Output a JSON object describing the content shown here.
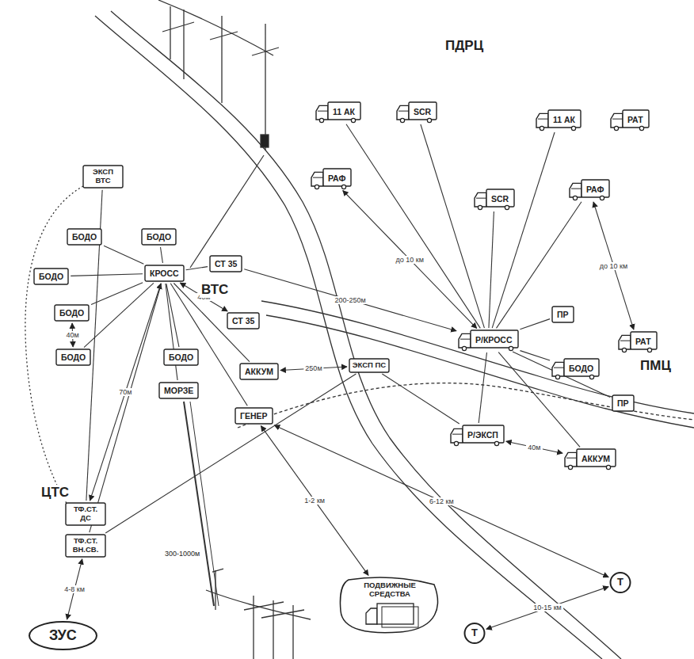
{
  "diagram": {
    "nodes": [
      {
        "text": [
          "11 АК"
        ]
      },
      {
        "text": [
          "SCR"
        ]
      },
      {
        "text": [
          "РАФ"
        ]
      },
      {
        "text": [
          "11 АК"
        ]
      },
      {
        "text": [
          "РАТ"
        ]
      },
      {
        "text": [
          "SCR"
        ]
      },
      {
        "text": [
          "РАФ"
        ]
      },
      {
        "text": [
          "ЭКСП ВТС"
        ]
      },
      {
        "text": [
          "БОДО"
        ]
      },
      {
        "text": [
          "БОДО"
        ]
      },
      {
        "text": [
          "БОДО"
        ]
      },
      {
        "text": [
          "БОДО"
        ]
      },
      {
        "text": [
          "БОДО"
        ]
      },
      {
        "text": [
          "КРОСС"
        ]
      },
      {
        "text": [
          "СТ 35"
        ]
      },
      {
        "text": [
          "СТ 35"
        ]
      },
      {
        "text": [
          "БОДО"
        ]
      },
      {
        "text": [
          "МОРЗЕ"
        ]
      },
      {
        "text": [
          "АККУМ"
        ]
      },
      {
        "text": [
          "ГЕНЕР"
        ]
      },
      {
        "text": [
          "ЭКСП ПС"
        ]
      },
      {
        "text": [
          "Р/КРОСС"
        ]
      },
      {
        "text": [
          "ПР"
        ]
      },
      {
        "text": [
          "БОДО"
        ]
      },
      {
        "text": [
          "ПР"
        ]
      },
      {
        "text": [
          "Р/ЭКСП"
        ]
      },
      {
        "text": [
          "АККУМ"
        ]
      },
      {
        "text": [
          "РАТ"
        ]
      },
      {
        "text": [
          "ТФ.СТ. ДС"
        ]
      },
      {
        "text": [
          "ТФ.СТ. ВН.СВ."
        ]
      },
      {
        "text": [
          "ЗУС"
        ]
      },
      {
        "text": [
          "ПОДВИЖНЫЕ СРЕДСТВА"
        ]
      },
      {
        "text": [
          "Т"
        ]
      },
      {
        "text": [
          "Т"
        ]
      }
    ],
    "edges": [
      {
        "from": 13,
        "to": 8,
        "arrow": "none"
      },
      {
        "from": 13,
        "to": 9,
        "arrow": "none"
      },
      {
        "from": 13,
        "to": 10,
        "arrow": "none"
      },
      {
        "from": 13,
        "to": 11,
        "arrow": "none"
      },
      {
        "from": 13,
        "to": 12,
        "arrow": "none"
      },
      {
        "from": 11,
        "to": 12,
        "label": "40м",
        "arrow": "both"
      },
      {
        "from": 13,
        "to": 14,
        "arrow": "none"
      },
      {
        "from": 13,
        "to": 15,
        "label": "40м",
        "arrow": "both"
      },
      {
        "from": 13,
        "to": 16,
        "arrow": "none"
      },
      {
        "from": 13,
        "to": 17,
        "arrow": "none"
      },
      {
        "from": 13,
        "to": 18,
        "arrow": "none"
      },
      {
        "from": 13,
        "to": 19,
        "arrow": "none"
      },
      {
        "from": 13,
        "to": 28,
        "label": "70м",
        "arrow": "both"
      },
      {
        "from": 13,
        "to": 29,
        "arrow": "none"
      },
      {
        "from": 14,
        "to": 21,
        "label": "200-250м",
        "arrow": "to"
      },
      {
        "from": 18,
        "to": 20,
        "label": "250м",
        "arrow": "both"
      },
      {
        "from": 2,
        "to": 21,
        "label": "до 10 км",
        "arrow": "both"
      },
      {
        "from": 6,
        "to": 27,
        "label": "до 10 км",
        "arrow": "both"
      },
      {
        "from": 21,
        "to": 0,
        "arrow": "none"
      },
      {
        "from": 21,
        "to": 1,
        "arrow": "none"
      },
      {
        "from": 21,
        "to": 3,
        "arrow": "none"
      },
      {
        "from": 21,
        "to": 5,
        "arrow": "none"
      },
      {
        "from": 21,
        "to": 6,
        "arrow": "none"
      },
      {
        "from": 21,
        "to": 22,
        "arrow": "none"
      },
      {
        "from": 21,
        "to": 23,
        "arrow": "none"
      },
      {
        "from": 21,
        "to": 24,
        "arrow": "none"
      },
      {
        "from": 21,
        "to": 25,
        "arrow": "none"
      },
      {
        "from": 21,
        "to": 26,
        "arrow": "none"
      },
      {
        "from": 25,
        "to": 26,
        "label": "40м",
        "arrow": "both"
      },
      {
        "from": 19,
        "to": 31,
        "label": "1-2 км",
        "arrow": "both"
      },
      {
        "from": 19,
        "to": 32,
        "label": "6-12 км",
        "arrow": "both"
      },
      {
        "from": 32,
        "to": 33,
        "label": "10-15 км",
        "arrow": "both"
      },
      {
        "from": 29,
        "to": 30,
        "label": "4-8 км",
        "arrow": "both"
      },
      {
        "from": 29,
        "to": 20,
        "arrow": "none"
      },
      {
        "from": 20,
        "to": 25,
        "arrow": "none"
      },
      {
        "from": 7,
        "to": 28,
        "arrow": "none"
      }
    ],
    "labels": [
      "ПДРЦ",
      "ВТС",
      "ПМЦ",
      "ЦТС",
      "300-1000м"
    ]
  }
}
